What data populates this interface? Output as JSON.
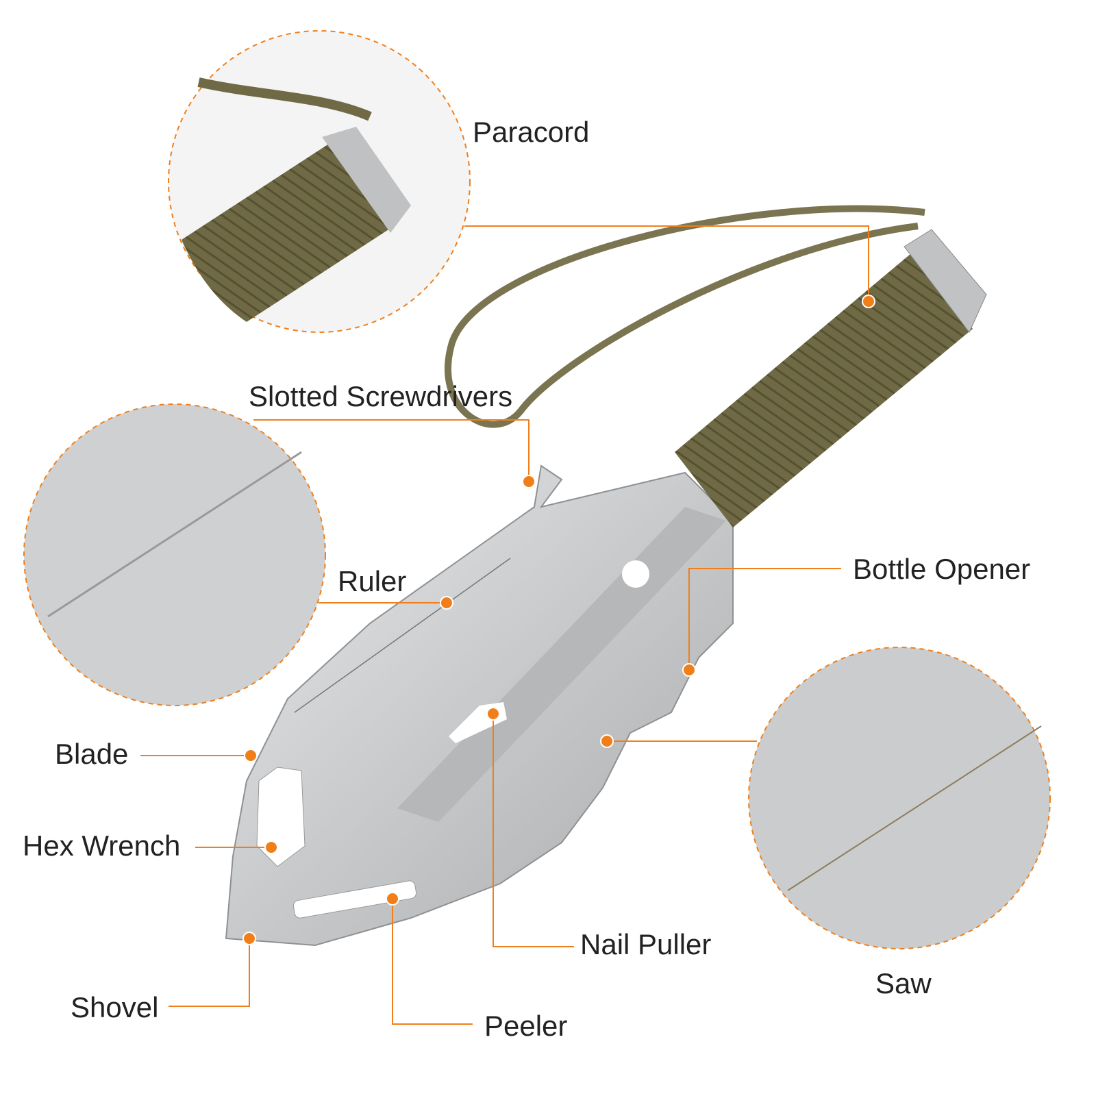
{
  "labels": {
    "paracord": "Paracord",
    "slotted_screwdrivers": "Slotted Screwdrivers",
    "ruler": "Ruler",
    "bottle_opener": "Bottle Opener",
    "blade": "Blade",
    "hex_wrench": "Hex Wrench",
    "shovel": "Shovel",
    "peeler": "Peeler",
    "nail_puller": "Nail Puller",
    "saw": "Saw"
  },
  "colors": {
    "accent": "#f07f1a",
    "paracord": "#6f6a45",
    "steel": "#c9cbcd"
  }
}
